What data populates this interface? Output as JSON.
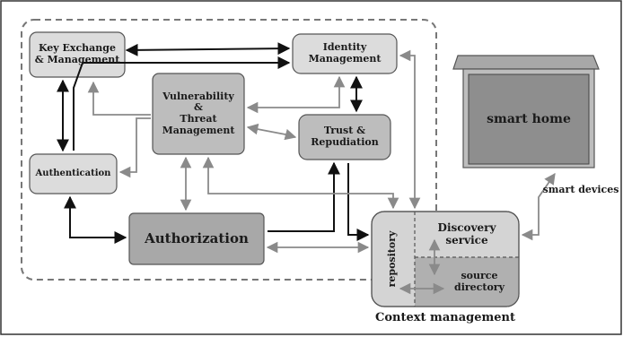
{
  "nodes": {
    "key_exchange": "Key Exchange\n& Management",
    "identity": "Identity\nManagement",
    "vulnerability": "Vulnerability\n&\nThreat\nManagement",
    "trust": "Trust &\nRepudiation",
    "authentication": "Authentication",
    "authorization": "Authorization",
    "discovery": "Discovery\nservice",
    "source_directory": "source\ndirectory",
    "repository": "repository",
    "smart_home": "smart home"
  },
  "labels": {
    "smart_devices": "smart devices",
    "context_management": "Context management"
  },
  "colors": {
    "box_light": "#dcdcdc",
    "box_mid": "#bdbdbd",
    "box_dark": "#a8a8a8",
    "house": "#8e8e8e",
    "arrow_dark": "#111111",
    "arrow_gray": "#8a8a8a"
  }
}
